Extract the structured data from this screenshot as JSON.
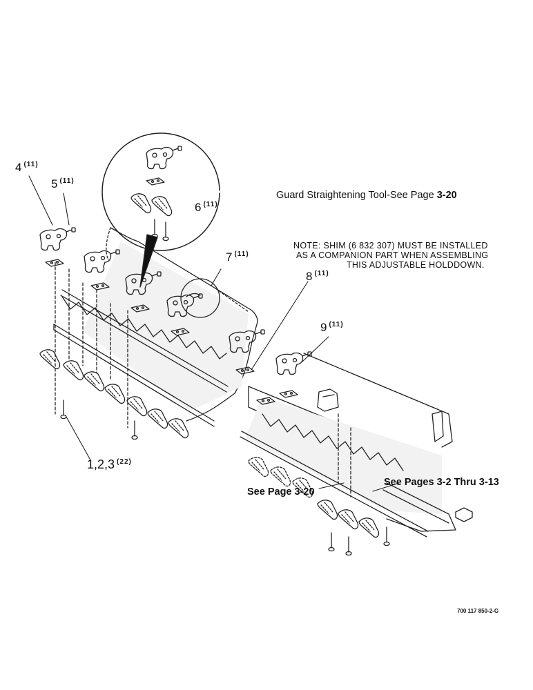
{
  "guard_tool_text": "Guard Straightening Tool-See Page",
  "guard_tool_page": "3-20",
  "note_lines": [
    "NOTE: SHIM (6 832 307) MUST BE INSTALLED",
    "AS A COMPANION PART WHEN ASSEMBLING",
    "THIS ADJUSTABLE HOLDDOWN."
  ],
  "callouts": [
    {
      "id": "4",
      "num": "4",
      "qty": "(11)"
    },
    {
      "id": "5",
      "num": "5",
      "qty": "(11)"
    },
    {
      "id": "6",
      "num": "6",
      "qty": "(11)"
    },
    {
      "id": "7",
      "num": "7",
      "qty": "(11)"
    },
    {
      "id": "8",
      "num": "8",
      "qty": "(11)"
    },
    {
      "id": "9",
      "num": "9",
      "qty": "(11)"
    },
    {
      "id": "123",
      "num": "1,2,3",
      "qty": "(22)"
    }
  ],
  "see_page": "See Page 3-20",
  "see_pages": "See Pages 3-2 Thru 3-13",
  "drawing_code": "700 117 850-2-G"
}
